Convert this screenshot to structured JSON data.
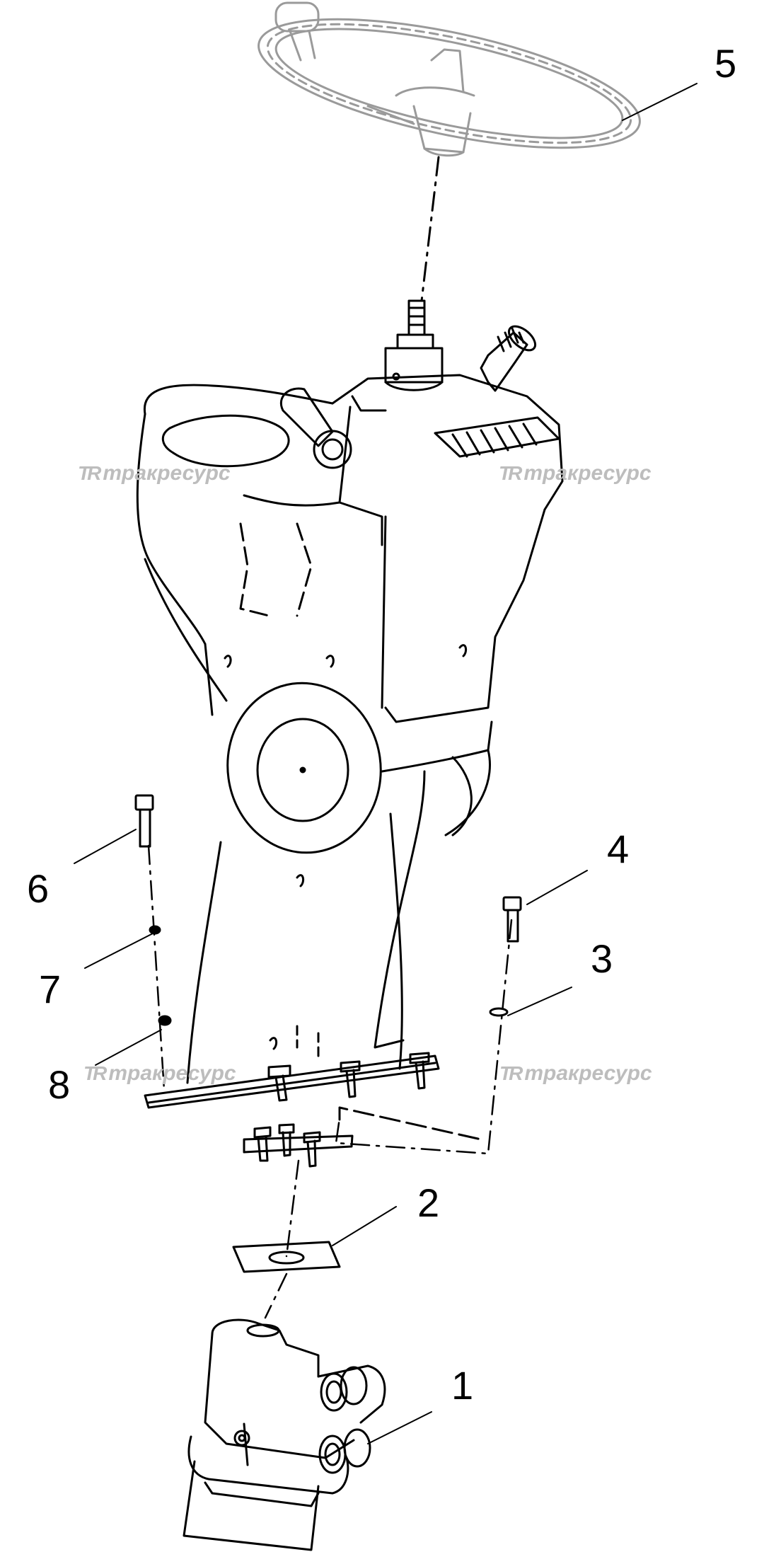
{
  "diagram": {
    "callouts": {
      "c1": "1",
      "c2": "2",
      "c3": "3",
      "c4": "4",
      "c5": "5",
      "c6": "6",
      "c7": "7",
      "c8": "8"
    },
    "watermark": {
      "logo": "TR",
      "text": "тракресурс"
    },
    "colors": {
      "line": "#000000",
      "watermark": "#bdbdbd",
      "wheel": "#9a9a9a"
    }
  }
}
